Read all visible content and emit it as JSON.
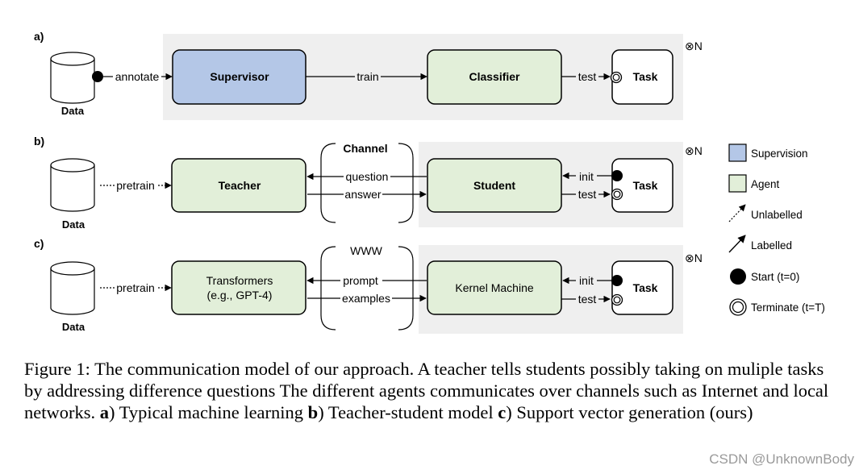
{
  "panels": {
    "a": {
      "label": "a)",
      "repeat": "⊗N",
      "data_label": "Data",
      "annotate": "annotate",
      "train": "train",
      "test": "test",
      "supervisor": "Supervisor",
      "classifier": "Classifier",
      "task": "Task"
    },
    "b": {
      "label": "b)",
      "repeat": "⊗N",
      "data_label": "Data",
      "pretrain": "pretrain",
      "channel": "Channel",
      "question": "question",
      "answer": "answer",
      "init": "init",
      "test": "test",
      "teacher": "Teacher",
      "student": "Student",
      "task": "Task"
    },
    "c": {
      "label": "c)",
      "repeat": "⊗N",
      "data_label": "Data",
      "pretrain": "pretrain",
      "channel": "WWW",
      "prompt": "prompt",
      "examples": "examples",
      "init": "init",
      "test": "test",
      "transformers_line1": "Transformers",
      "transformers_line2": "(e.g., GPT-4)",
      "kernel": "Kernel Machine",
      "task": "Task"
    }
  },
  "legend": {
    "supervision": "Supervision",
    "agent": "Agent",
    "unlabelled": "Unlabelled",
    "labelled": "Labelled",
    "start": "Start (t=0)",
    "terminate": "Terminate (t=T)"
  },
  "caption": {
    "line1": "Figure 1: The communication model of our approach. A teacher tells students possibly taking on muliple tasks by addressing difference questions The different agents communicates over channels such as Internet and local networks.",
    "a_bold": "a",
    "a_text": ") Typical machine learning",
    "b_bold": "b",
    "b_text": ") Teacher-student model",
    "c_bold": "c",
    "c_text": ") Support vector generation (ours)"
  },
  "watermark": "CSDN @UnknownBody",
  "colors": {
    "supervision_fill": "#b4c7e7",
    "agent_fill": "#e2efd9",
    "panel_bg": "#efefef",
    "ink": "#000000"
  }
}
